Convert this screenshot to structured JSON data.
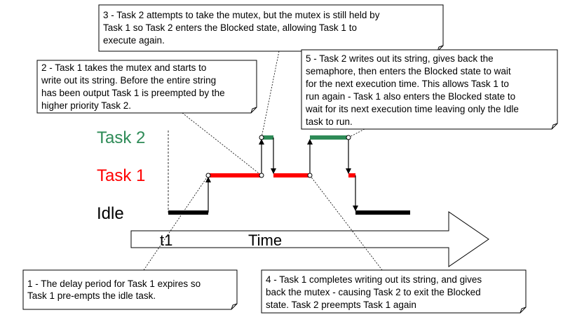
{
  "colors": {
    "task2": "#2e8b57",
    "task1": "#ff0000",
    "idle": "#000000"
  },
  "labels": {
    "task2": "Task 2",
    "task1": "Task 1",
    "idle": "Idle",
    "t1": "t1",
    "time": "Time"
  },
  "notes": {
    "note1": [
      "1 - The delay period for Task 1 expires so",
      "Task 1 pre-empts the idle task."
    ],
    "note2": [
      "2 - Task 1 takes the mutex and starts to",
      "write out its string. Before the entire string",
      "has been output Task 1 is preempted by the",
      "higher priority Task 2."
    ],
    "note3": [
      "3 - Task 2 attempts to take the mutex, but the mutex is still held by",
      "Task 1 so Task 2 enters the Blocked state, allowing Task 1 to",
      "execute again."
    ],
    "note4": [
      "4 - Task 1 completes writing out its string, and gives",
      "back the mutex - causing Task 2 to exit the Blocked",
      "state.  Task 2 preempts Task 1 again"
    ],
    "note5": [
      "5 - Task 2 writes out its string, gives back the",
      "semaphore, then enters the Blocked state to wait",
      "for the next execution time.  This allows Task 1 to",
      "run again - Task 1 also enters the Blocked state to",
      "wait for its next execution time leaving only the Idle",
      "task to run."
    ]
  }
}
